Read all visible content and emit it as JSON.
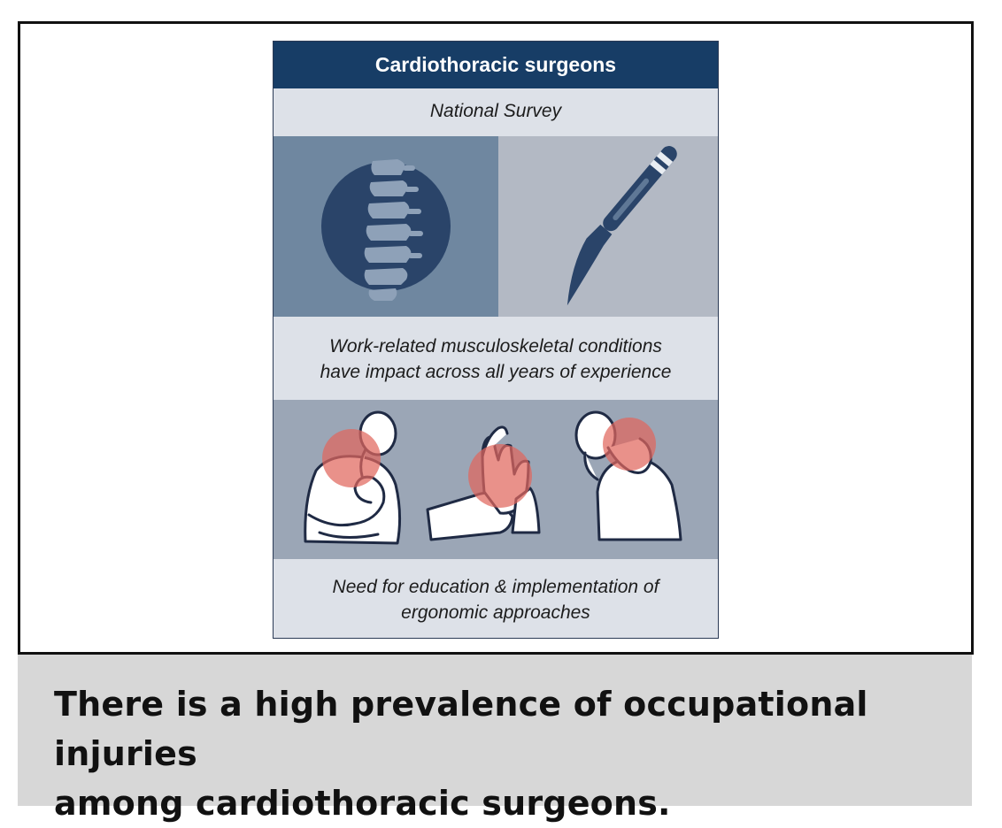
{
  "card": {
    "title": "Cardiothoracic surgeons",
    "subtitle": "National Survey",
    "caption_1_line_1": "Work-related musculoskeletal conditions",
    "caption_1_line_2": "have impact across all years of experience",
    "caption_2_line_1": "Need for education & implementation of",
    "caption_2_line_2": "ergonomic approaches"
  },
  "icons": {
    "spine": "spine-icon",
    "scalpel": "scalpel-icon",
    "neck_pain": "neck-pain-icon",
    "wrist_pain": "wrist-pain-icon",
    "head_pain": "head-pain-icon"
  },
  "colors": {
    "header_bg": "#173d66",
    "card_bg": "#dde1e8",
    "spine_panel": "#6f87a0",
    "scalpel_panel": "#b3b9c4",
    "people_panel": "#9ba6b6",
    "icon_dark": "#2a4469",
    "pain_circle": "#e0675d",
    "footer_bg": "#d7d7d7"
  },
  "footer": {
    "line_1": "There is a high prevalence of occupational injuries",
    "line_2": "among cardiothoracic surgeons."
  }
}
